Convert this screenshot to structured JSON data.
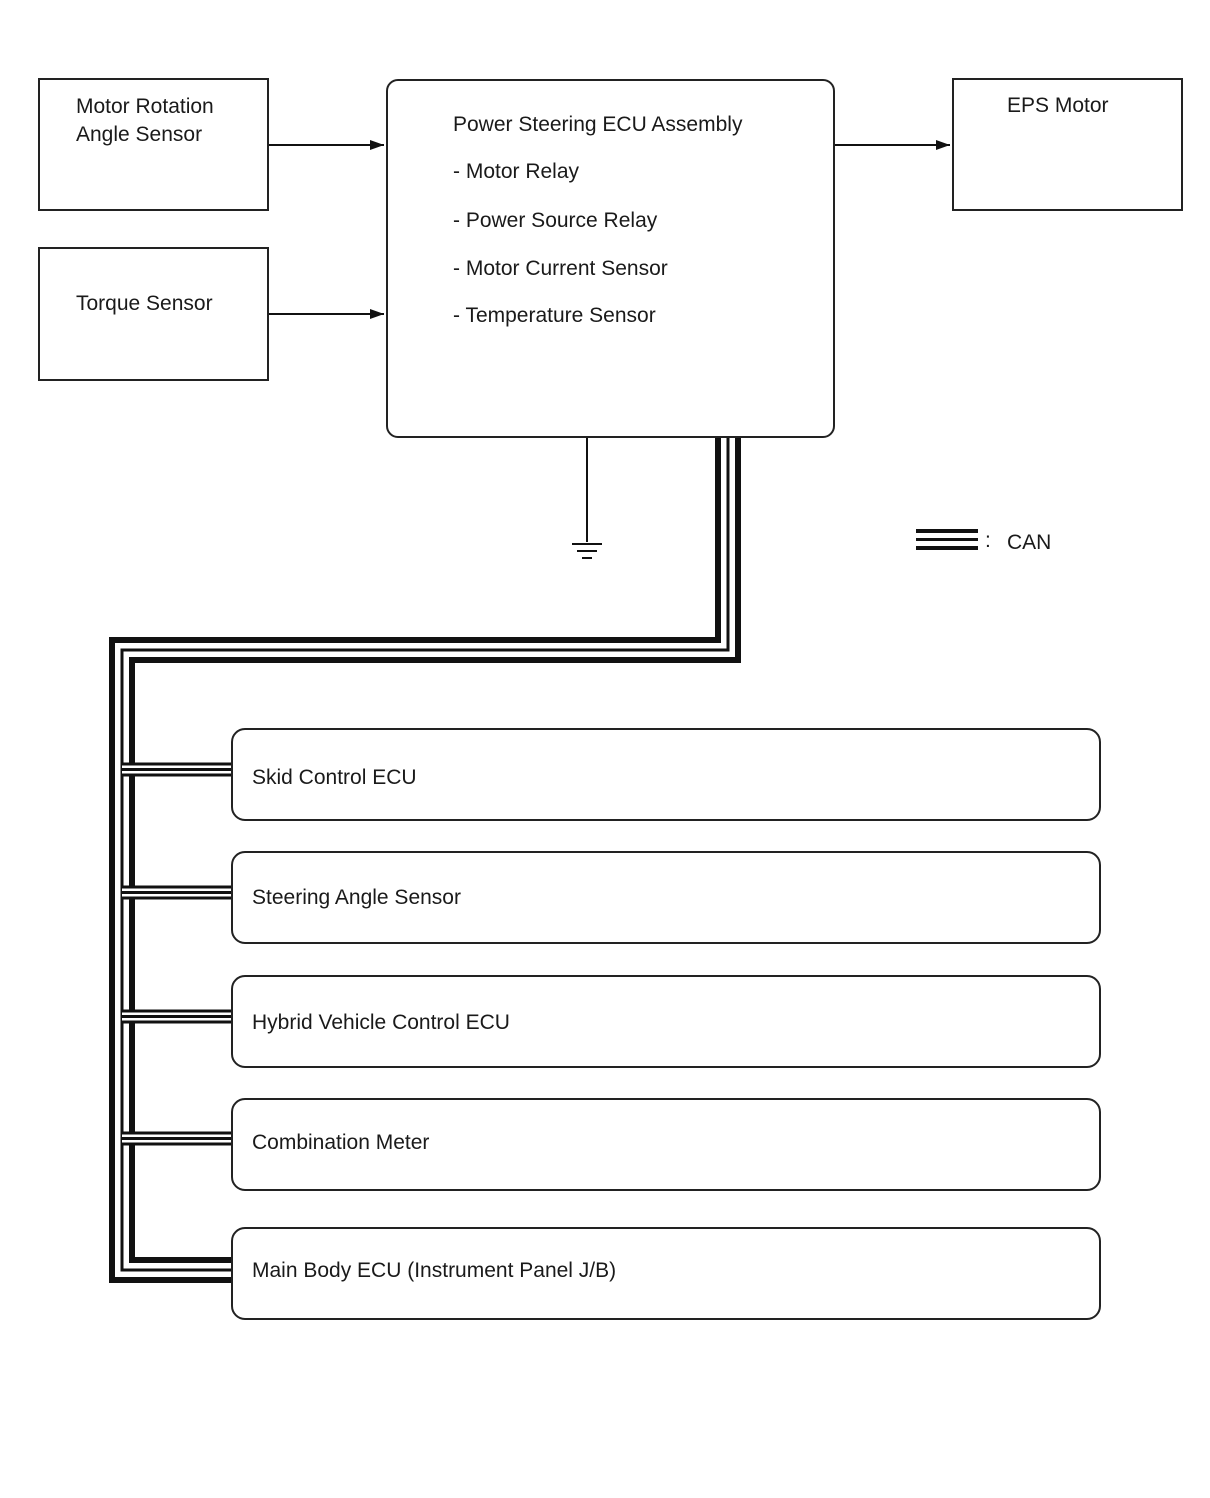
{
  "inputs": {
    "motor_rotation_angle_sensor": [
      "Motor Rotation",
      "Angle Sensor"
    ],
    "torque_sensor": "Torque Sensor"
  },
  "ecu": {
    "title": "Power Steering ECU Assembly",
    "components": [
      "- Motor Relay",
      "- Power Source Relay",
      "- Motor Current Sensor",
      "- Temperature Sensor"
    ]
  },
  "output": {
    "eps_motor": "EPS Motor"
  },
  "legend": {
    "separator": ":",
    "label": "CAN"
  },
  "can_bus_nodes": [
    "Skid Control ECU",
    "Steering Angle Sensor",
    "Hybrid Vehicle Control ECU",
    "Combination Meter",
    "Main Body ECU (Instrument Panel J/B)"
  ]
}
